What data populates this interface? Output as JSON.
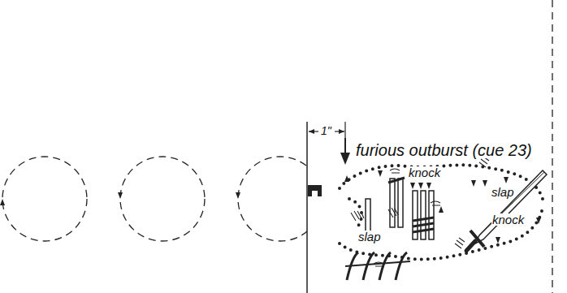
{
  "diagram": {
    "labels": [
      "1\"",
      "furious outburst (cue 23)",
      "knock",
      "slap",
      "slap",
      "knock"
    ]
  }
}
